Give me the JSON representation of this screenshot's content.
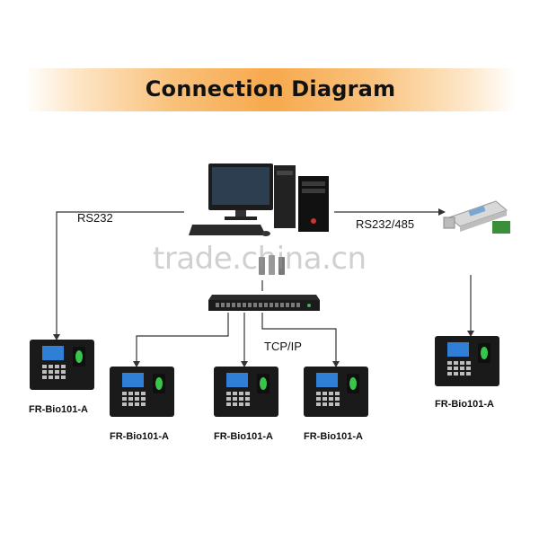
{
  "title": "Connection Diagram",
  "watermark": "trade.china.cn",
  "links": {
    "rs232": "RS232",
    "rs232_485": "RS232/485",
    "tcpip": "TCP/IP"
  },
  "devices": [
    {
      "label": "FR-Bio101-A"
    },
    {
      "label": "FR-Bio101-A"
    },
    {
      "label": "FR-Bio101-A"
    },
    {
      "label": "FR-Bio101-A"
    },
    {
      "label": "FR-Bio101-A"
    }
  ],
  "colors": {
    "banner_accent": "#f7a94d",
    "device_body": "#1a1a1a",
    "screen": "#2f7fd6",
    "fingerprint": "#38c64a",
    "line": "#333333"
  }
}
